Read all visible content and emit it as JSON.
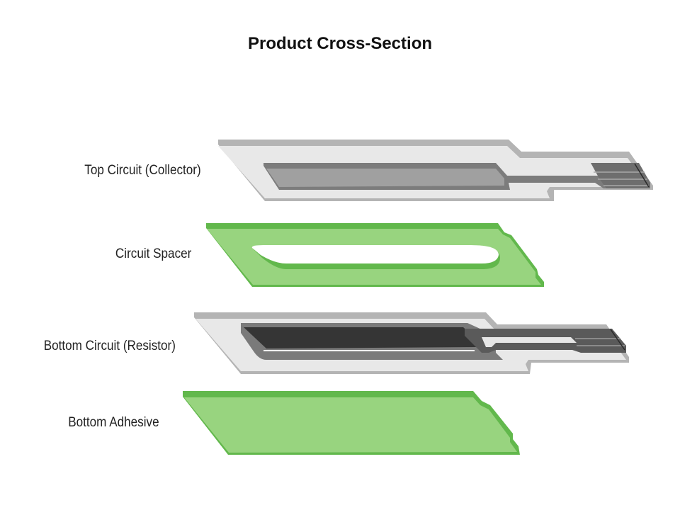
{
  "title": "Product Cross-Section",
  "layers": [
    {
      "id": "top-circuit",
      "label": "Top Circuit (Collector)",
      "material_color": "#e8e8e8",
      "trace_color": "#9a9a9a"
    },
    {
      "id": "circuit-spacer",
      "label": "Circuit Spacer",
      "material_color": "#98d47f"
    },
    {
      "id": "bottom-circuit",
      "label": "Bottom Circuit (Resistor)",
      "material_color": "#e8e8e8",
      "trace_color": "#3a3a3a"
    },
    {
      "id": "bottom-adhesive",
      "label": "Bottom Adhesive",
      "material_color": "#98d47f"
    }
  ],
  "colors": {
    "green_face": "#98d47f",
    "green_edge": "#62b84c",
    "grey_face": "#e8e8e8",
    "grey_edge": "#b4b4b4",
    "trace_light": "#a0a0a0",
    "trace_mid": "#7a7a7a",
    "trace_dark": "#353535"
  }
}
